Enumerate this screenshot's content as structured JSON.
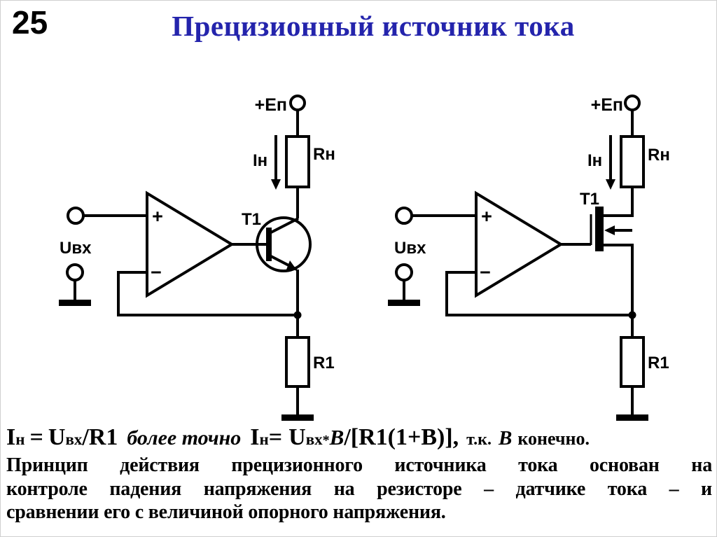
{
  "slide": {
    "number": "25",
    "title": "Прецизионный источник тока",
    "title_color": "#2424ac"
  },
  "circuits": {
    "left": {
      "transistor_type": "bipolar-npn",
      "supply": "+Еп",
      "load_resistor": "Rн",
      "current": "Iн",
      "transistor": "T1",
      "input": "Uвх",
      "sense_resistor": "R1",
      "plus": "+",
      "minus": "−"
    },
    "right": {
      "transistor_type": "mosfet-n",
      "supply": "+Еп",
      "load_resistor": "Rн",
      "current": "Iн",
      "transistor": "T1",
      "input": "Uвх",
      "sense_resistor": "R1",
      "plus": "+",
      "minus": "−"
    }
  },
  "formula": {
    "i1": "I",
    "i1s": "н",
    "eq1": "=",
    "u1": "U",
    "u1s": "вх",
    "d1": "/R1",
    "approx": "более точно",
    "i2": "I",
    "i2s": "н",
    "eq2": "=",
    "u2": "U",
    "u2s": "вх",
    "star": "*",
    "b1": "B",
    "d2": "/[R1(1+B)],",
    "tk": "т.к.",
    "b2": "B",
    "end": "конечно."
  },
  "paragraph": {
    "line1": "Принцип действия прецизионного источника тока основан на",
    "line2": "контроле падения напряжения на резисторе – датчике тока – и",
    "line3": "сравнении его с величиной опорного напряжения."
  }
}
